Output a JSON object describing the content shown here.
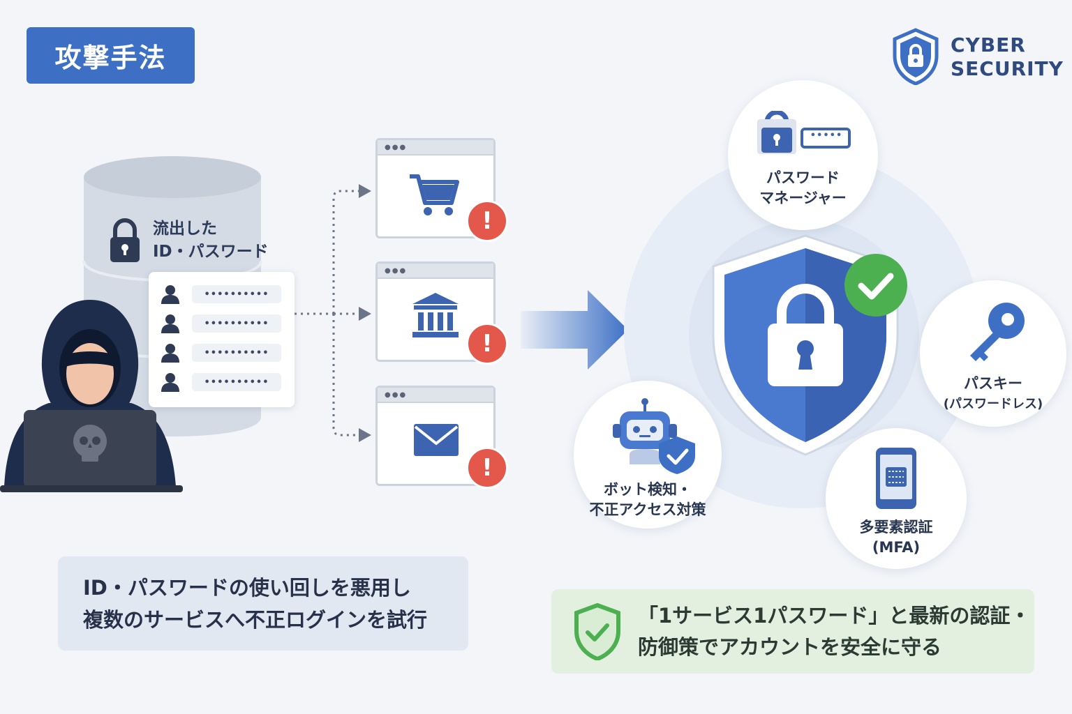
{
  "header": {
    "badge_label": "攻撃手法"
  },
  "brand": {
    "line1": "CYBER",
    "line2": "SECURITY",
    "icon": "shield-lock-icon"
  },
  "leaked_db": {
    "label_line1": "流出した",
    "label_line2": "ID・パスワード",
    "credentials": [
      "••••••••••",
      "••••••••••",
      "••••••••••",
      "••••••••••"
    ]
  },
  "targets": [
    {
      "icon": "shopping-cart-icon",
      "alert": "!"
    },
    {
      "icon": "bank-icon",
      "alert": "!"
    },
    {
      "icon": "mail-icon",
      "alert": "!"
    }
  ],
  "defenses": {
    "password_manager": {
      "line1": "パスワード",
      "line2": "マネージャー",
      "masked": "•••••"
    },
    "passkey": {
      "line1": "パスキー",
      "line2": "(パスワードレス)"
    },
    "mfa": {
      "line1": "多要素認証",
      "line2": "(MFA)"
    },
    "bot_detection": {
      "line1": "ボット検知・",
      "line2": "不正アクセス対策"
    }
  },
  "captions": {
    "attack_line1": "ID・パスワードの使い回しを悪用し",
    "attack_line2": "複数のサービスへ不正ログインを試行",
    "defense_line1": "「1サービス1パスワード」と最新の認証・",
    "defense_line2": "防御策でアカウントを安全に守る"
  },
  "colors": {
    "primary": "#3d70c5",
    "alert": "#e4574b",
    "success": "#4caf50",
    "dark_navy": "#1f2d4d"
  }
}
